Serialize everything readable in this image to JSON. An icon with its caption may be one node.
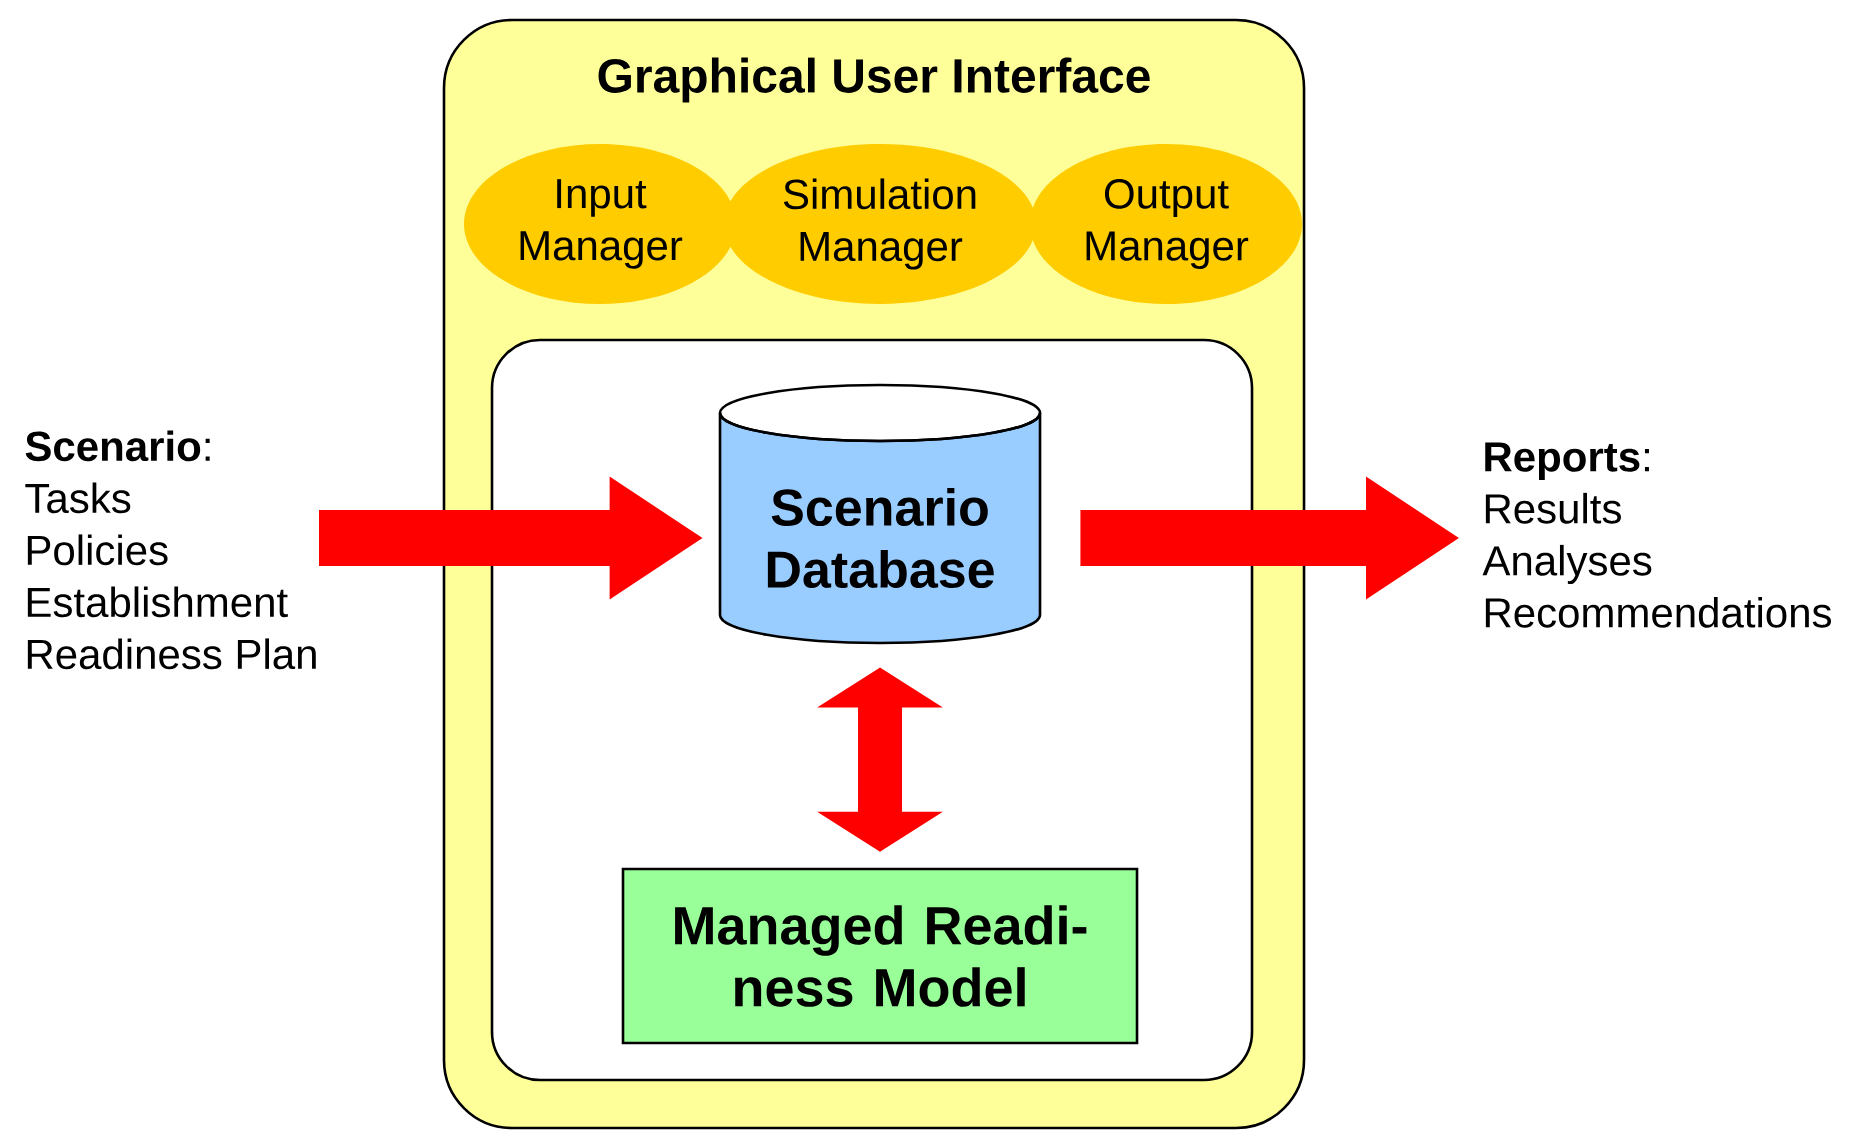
{
  "diagram": {
    "nodes": [
      {
        "text": [
          "Graphical User Interface"
        ]
      },
      {
        "text": [
          "Input Manager"
        ],
        "in": 0
      },
      {
        "text": [
          "Simulation Manager"
        ],
        "in": 0
      },
      {
        "text": [
          "Output Manager"
        ],
        "in": 0
      },
      {
        "text": [],
        "shape": "box",
        "in": 0
      },
      {
        "text": [
          "Scenario Database"
        ],
        "in": 4
      },
      {
        "text": [
          "Managed Readi- ness Model"
        ],
        "in": 4
      },
      {
        "text": [
          "**Scenario**:",
          "Tasks",
          "Policies",
          "Establishment",
          "Readiness Plan"
        ]
      },
      {
        "text": [
          "**Reports**:",
          "Results",
          "Analyses",
          "Recommendations"
        ]
      }
    ],
    "edges": [
      {
        "from": 7,
        "to": 5,
        "arrow": "to"
      },
      {
        "from": 5,
        "to": 8,
        "arrow": "to"
      },
      {
        "from": 5,
        "to": 6,
        "arrow": "both"
      }
    ]
  }
}
